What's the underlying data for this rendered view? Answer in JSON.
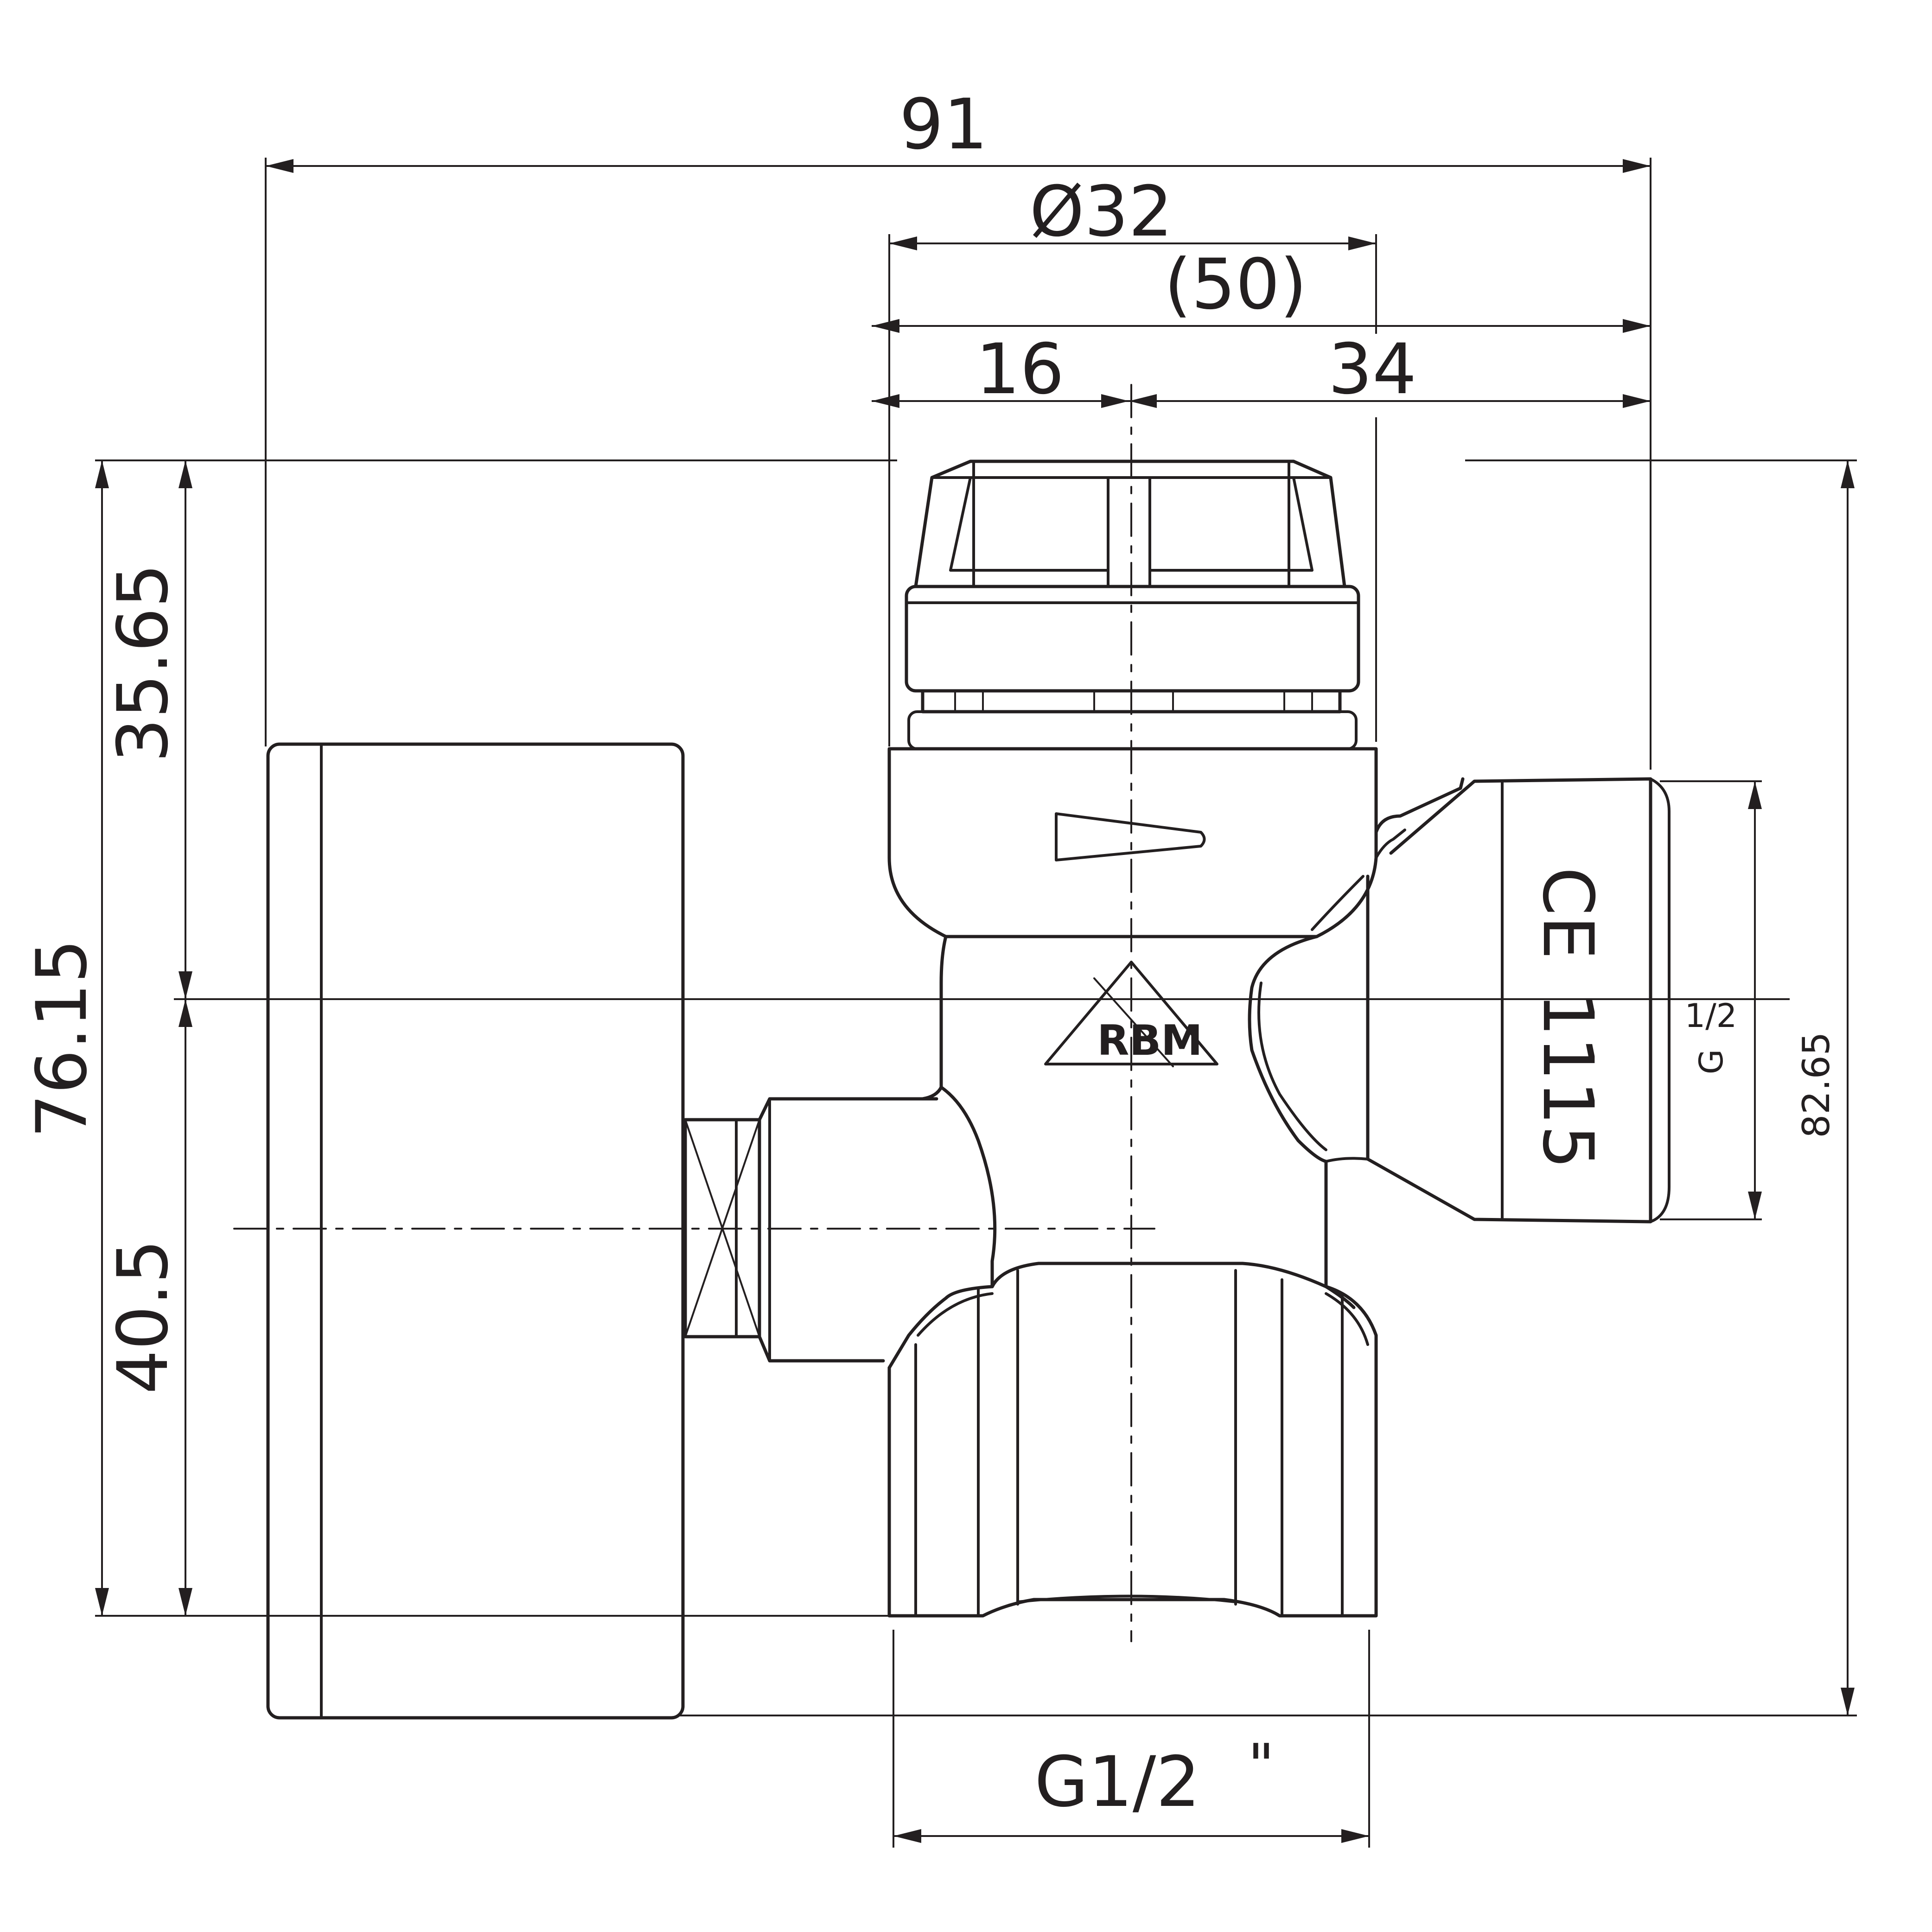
{
  "dimensions": {
    "overall_width": "91",
    "head_diameter": "Ø32",
    "reference_width": "(50)",
    "left_offset": "16",
    "right_offset": "34",
    "upper_height": "35.65",
    "total_height": "76.15",
    "lower_height": "40.5",
    "overall_height": "82.65",
    "bottom_thread": "G1/2",
    "bottom_thread_mark": "\"",
    "side_thread_fraction": "1/2",
    "side_thread_letter": "G"
  },
  "markings": {
    "ce_mark": "CE",
    "notified_body": "1115",
    "brand": "RBM"
  },
  "colors": {
    "line": "#231f20",
    "background": "#ffffff"
  }
}
